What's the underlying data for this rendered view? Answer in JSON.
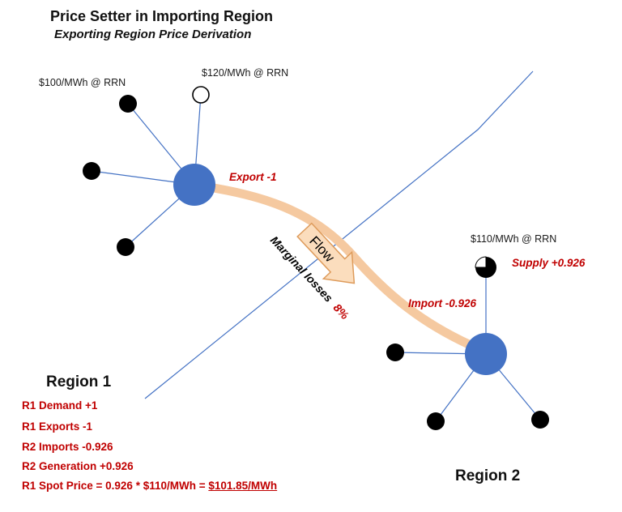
{
  "title": "Price Setter in Importing Region",
  "subtitle": "Exporting Region Price Derivation",
  "region1": {
    "heading": "Region 1",
    "node100_label": "$100/MWh @ RRN",
    "node120_label": "$120/MWh @ RRN",
    "export_label": "Export -1"
  },
  "region2": {
    "heading": "Region 2",
    "node110_label": "$110/MWh @ RRN",
    "supply_label": "Supply +0.926",
    "import_label": "Import -0.926"
  },
  "flow": {
    "arrow_label": "Flow",
    "losses_text": "Marginal losses",
    "losses_pct": "8%"
  },
  "calc": {
    "line1": "R1 Demand +1",
    "line2": "R1 Exports -1",
    "line3": "R2 Imports -0.926",
    "line4": "R2 Generation +0.926",
    "spot_prefix": "R1 Spot Price = 0.926 * $110/MWh = ",
    "spot_value": "$101.85/MWh"
  },
  "colors": {
    "hub_blue": "#4472C4",
    "line_blue": "#4472C4",
    "flow_tan": "#F5C9A0",
    "arrow_fill": "#FBDDBD",
    "arrow_stroke": "#DE9B5B",
    "red": "#C00000",
    "black": "#000000"
  }
}
